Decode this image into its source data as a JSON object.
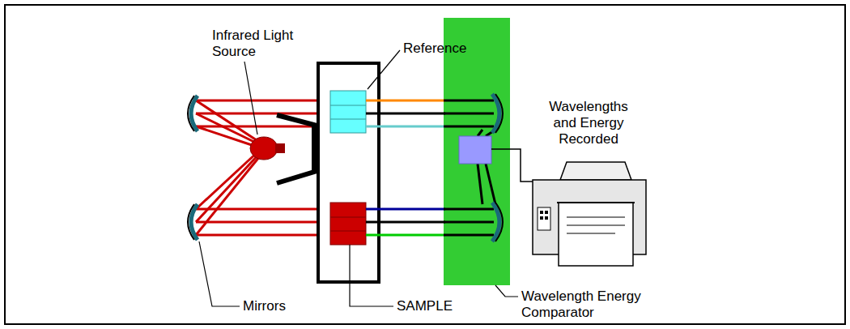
{
  "diagram": {
    "labels": [
      "Infrared Light Source",
      "Reference",
      "Wavelengths and Energy Recorded",
      "Mirrors",
      "SAMPLE",
      "Wavelength Energy Comparator"
    ]
  }
}
